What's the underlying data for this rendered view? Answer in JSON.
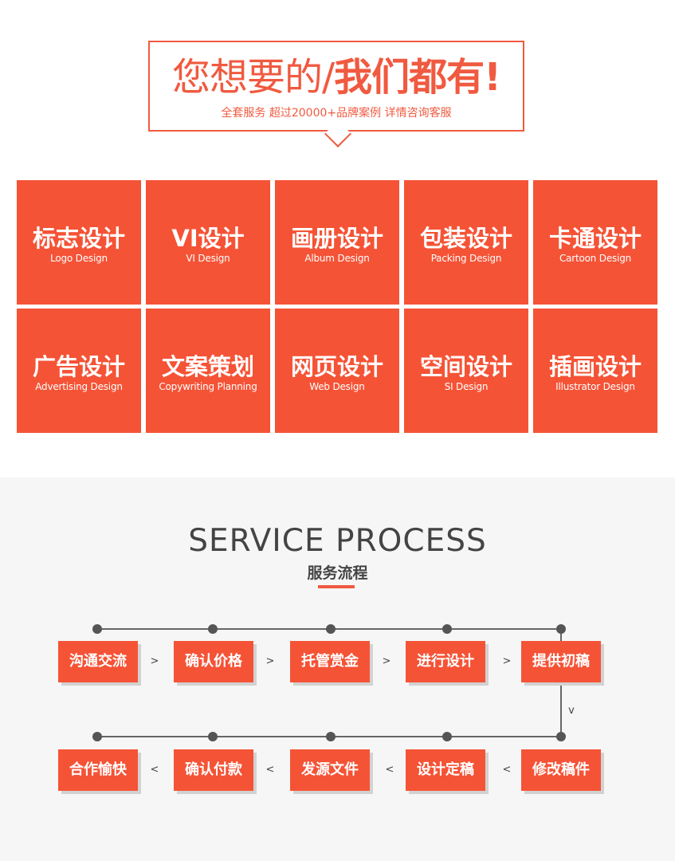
{
  "banner": {
    "title_thin": "您想要的/",
    "title_bold": "我们都有!",
    "subtitle": "全套服务  超过20000+品牌案例  详情咨询客服"
  },
  "services": [
    {
      "cn": "标志设计",
      "en": "Logo Design"
    },
    {
      "cn": "VI设计",
      "en": "VI Design"
    },
    {
      "cn": "画册设计",
      "en": "Album Design"
    },
    {
      "cn": "包装设计",
      "en": "Packing Design"
    },
    {
      "cn": "卡通设计",
      "en": "Cartoon Design"
    },
    {
      "cn": "广告设计",
      "en": "Advertising Design"
    },
    {
      "cn": "文案策划",
      "en": "Copywriting Planning"
    },
    {
      "cn": "网页设计",
      "en": "Web Design"
    },
    {
      "cn": "空间设计",
      "en": "SI Design"
    },
    {
      "cn": "插画设计",
      "en": "Illustrator Design"
    }
  ],
  "process": {
    "title": "SERVICE  PROCESS",
    "subtitle": "服务流程",
    "row1": [
      "沟通交流",
      "确认价格",
      "托管赏金",
      "进行设计",
      "提供初稿"
    ],
    "row2": [
      "合作愉快",
      "确认付款",
      "发源文件",
      "设计定稿",
      "修改稿件"
    ],
    "forward_sep": ">",
    "backward_sep": "<",
    "down_sep": "v"
  },
  "colors": {
    "accent": "#f55336",
    "banner_accent": "#f05a40",
    "process_bg": "#f6f6f6"
  }
}
